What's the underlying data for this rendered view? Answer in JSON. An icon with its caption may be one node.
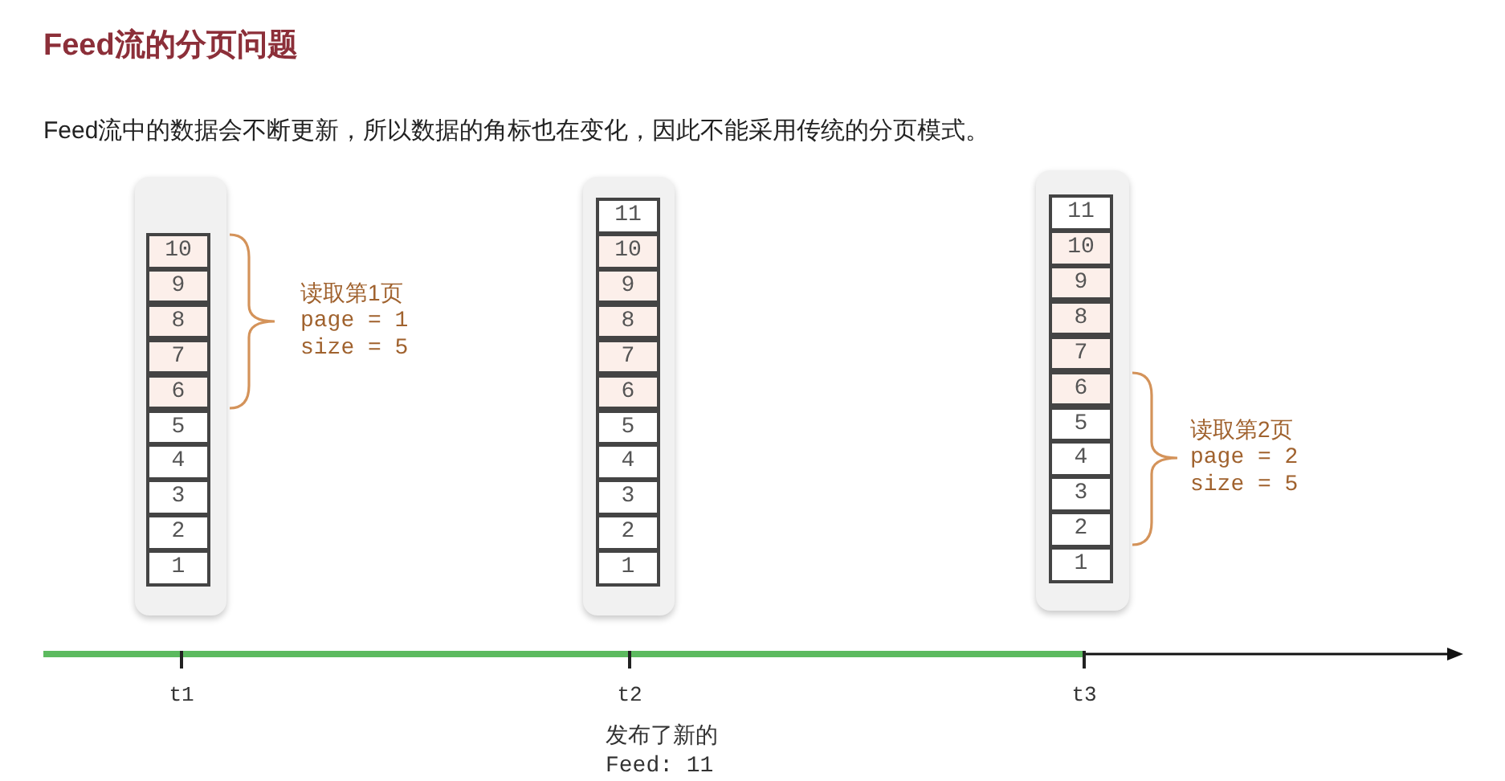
{
  "diagram": {
    "title": "Feed流的分页问题",
    "nodes": [
      {
        "text": [],
        "shape": "box"
      },
      {
        "text": [
          "10"
        ],
        "in": 0
      },
      {
        "text": [
          "9"
        ],
        "in": 0
      },
      {
        "text": [
          "8"
        ],
        "in": 0
      },
      {
        "text": [
          "7"
        ],
        "in": 0
      },
      {
        "text": [
          "6"
        ],
        "in": 0
      },
      {
        "text": [
          "5"
        ],
        "in": 0
      },
      {
        "text": [
          "4"
        ],
        "in": 0
      },
      {
        "text": [
          "3"
        ],
        "in": 0
      },
      {
        "text": [
          "2"
        ],
        "in": 0
      },
      {
        "text": [
          "1"
        ],
        "in": 0
      },
      {
        "text": [],
        "shape": "box"
      },
      {
        "text": [
          "11"
        ],
        "in": 11
      },
      {
        "text": [
          "10"
        ],
        "in": 11
      },
      {
        "text": [
          "9"
        ],
        "in": 11
      },
      {
        "text": [
          "8"
        ],
        "in": 11
      },
      {
        "text": [
          "7"
        ],
        "in": 11
      },
      {
        "text": [
          "6"
        ],
        "in": 11
      },
      {
        "text": [
          "5"
        ],
        "in": 11
      },
      {
        "text": [
          "4"
        ],
        "in": 11
      },
      {
        "text": [
          "3"
        ],
        "in": 11
      },
      {
        "text": [
          "2"
        ],
        "in": 11
      },
      {
        "text": [
          "1"
        ],
        "in": 11
      },
      {
        "text": [],
        "shape": "box"
      },
      {
        "text": [
          "11"
        ],
        "in": 23
      },
      {
        "text": [
          "10"
        ],
        "in": 23
      },
      {
        "text": [
          "9"
        ],
        "in": 23
      },
      {
        "text": [
          "8"
        ],
        "in": 23
      },
      {
        "text": [
          "7"
        ],
        "in": 23
      },
      {
        "text": [
          "6"
        ],
        "in": 23
      },
      {
        "text": [
          "5"
        ],
        "in": 23
      },
      {
        "text": [
          "4"
        ],
        "in": 23
      },
      {
        "text": [
          "3"
        ],
        "in": 23
      },
      {
        "text": [
          "2"
        ],
        "in": 23
      },
      {
        "text": [
          "1"
        ],
        "in": 23
      }
    ],
    "labels": [
      "Feed流中的数据会不断更新，所以数据的角标也在变化，因此不能采用传统的分页模式。",
      "读取第1页",
      "page = 1",
      "size = 5",
      "读取第2页",
      "page = 2",
      "size = 5",
      "t1",
      "t2",
      "t3",
      "发布了新的 Feed: 11"
    ]
  }
}
